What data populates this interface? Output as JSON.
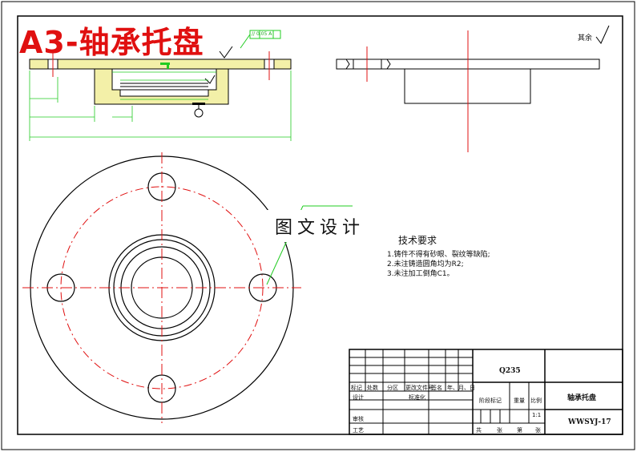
{
  "banner": {
    "text": "A3-轴承托盘"
  },
  "watermark": {
    "text": "图文设计"
  },
  "surface_note": {
    "text": "其余"
  },
  "tolerance_frame": {
    "text": "// 0.05 A"
  },
  "technical_requirements": {
    "title": "技术要求",
    "items": [
      "1.铸件不得有砂眼、裂纹等缺陷;",
      "2.未注铸造圆角均为R2;",
      "3.未注加工倒角C1。"
    ]
  },
  "title_block": {
    "material": "Q235",
    "part_name": "轴承托盘",
    "drawing_number": "WWSYJ-17",
    "scale": "1:1",
    "labels": {
      "mark": "标记",
      "count": "处数",
      "zone": "分区",
      "change_doc": "更改文件号",
      "signature": "签名",
      "date": "年、月、日",
      "design": "设计",
      "standardize": "标准化",
      "stage_mark": "阶段标记",
      "weight": "重量",
      "ratio": "比例",
      "review": "审核",
      "process": "工艺",
      "total": "共",
      "sheet": "张",
      "page": "第",
      "page_unit": "张"
    }
  },
  "colors": {
    "outline": "#000000",
    "center_line": "#e01010",
    "dimension": "#22cc22",
    "hatch": "#f3f0a8"
  }
}
